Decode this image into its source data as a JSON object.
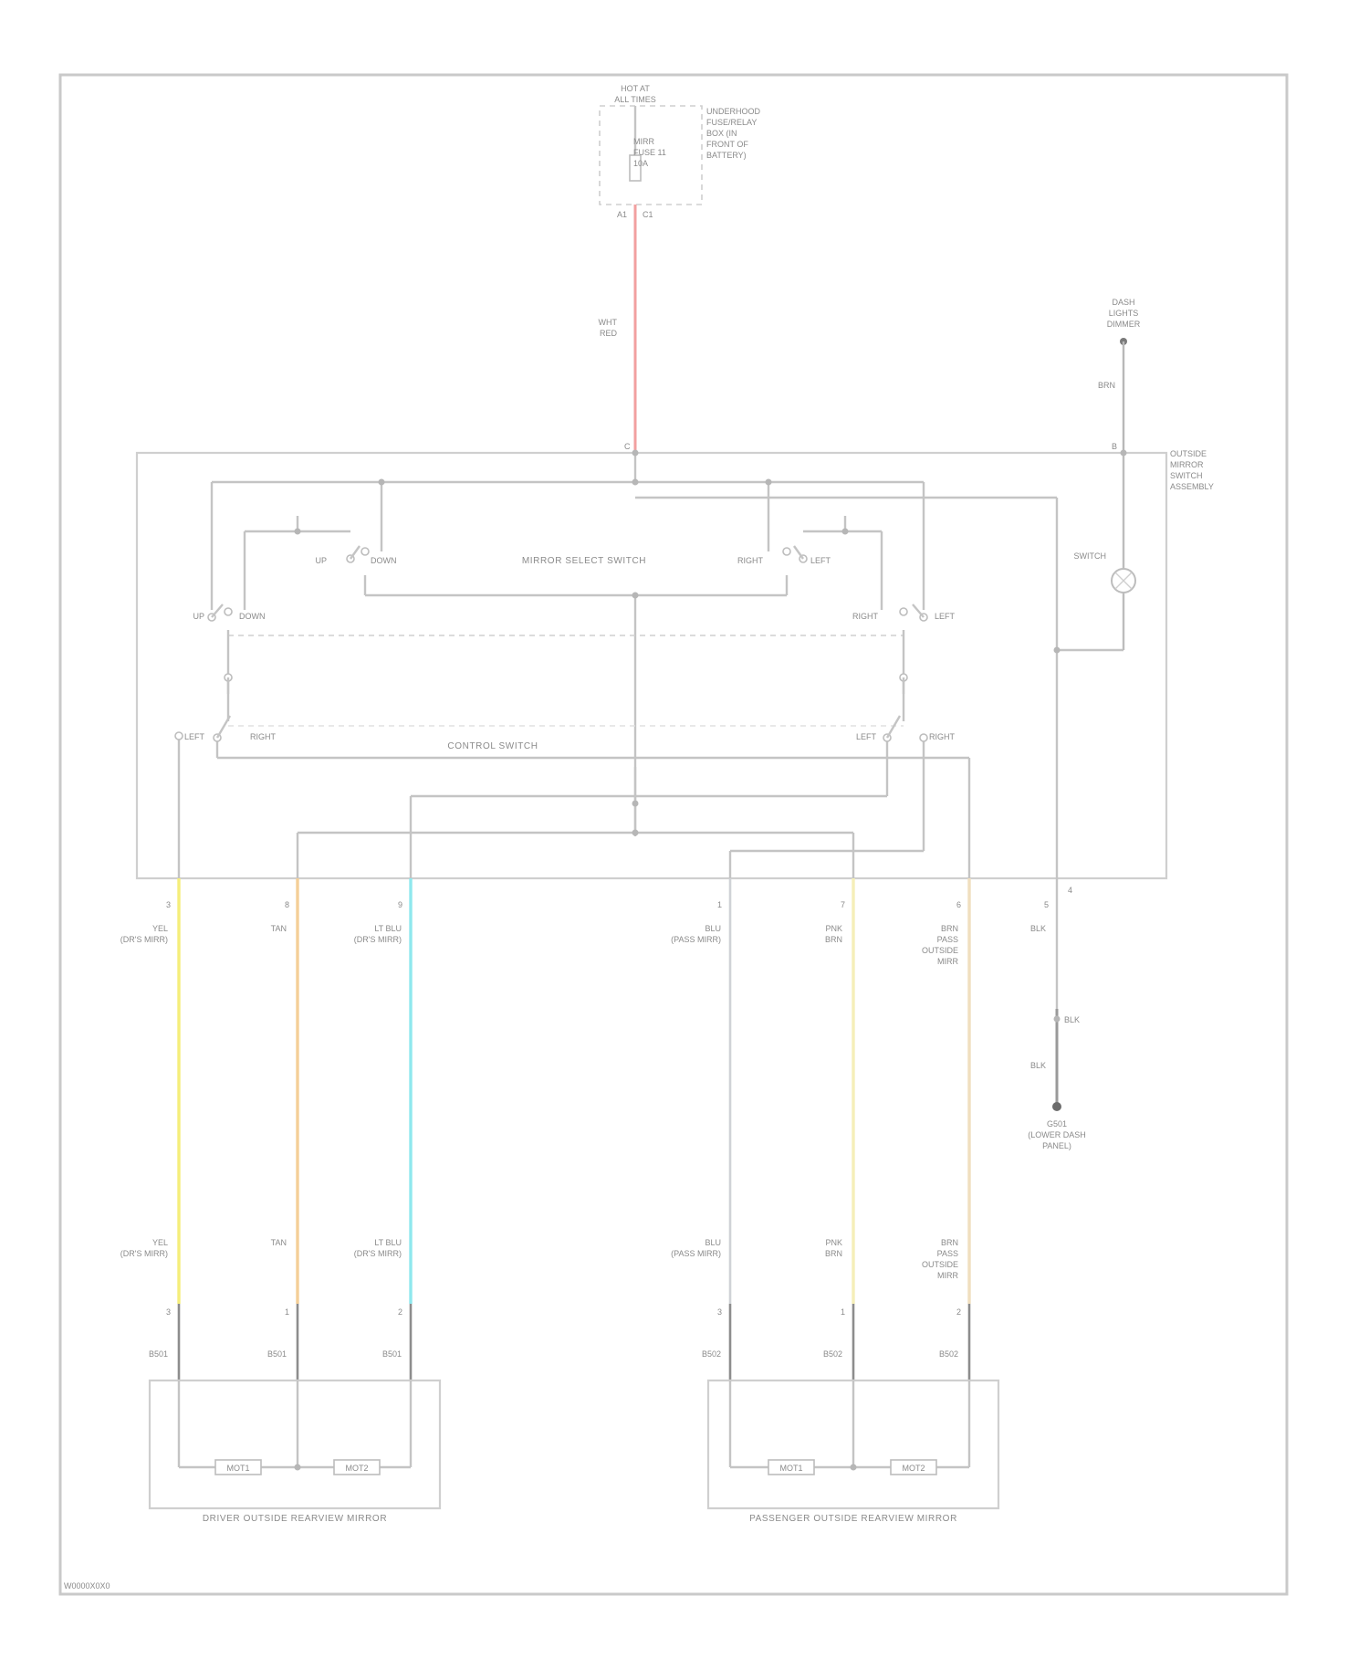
{
  "colors": {
    "background": "#ffffff",
    "border": "#cfcfcf",
    "wire_gray": "#c4c4c4",
    "wire_red": "#f2a0a0",
    "wire_yellow": "#f5ee7a",
    "wire_orange": "#f4cf98",
    "wire_cyan": "#8fe8ee",
    "wire_lightyellow": "#f5efb8",
    "wire_tan": "#f0dfbf",
    "wire_dark": "#9a9a9a"
  },
  "diagram": {
    "fuse_block_title": [
      "HOT AT",
      "ALL TIMES"
    ],
    "fuse_label": [
      "MIRR",
      "FUSE 11",
      "10A"
    ],
    "fuse_note": [
      "UNDERHOOD",
      "FUSE/RELAY",
      "BOX (IN",
      "FRONT OF",
      "BATTERY)"
    ],
    "fuse_terminals": [
      "A1",
      "C1"
    ],
    "feed_wire": [
      "WHT",
      "RED"
    ],
    "dimmer_title": [
      "DASH",
      "LIGHTS",
      "DIMMER"
    ],
    "dimmer_wire": "BRN",
    "module_title": [
      "OUTSIDE",
      "MIRROR",
      "SWITCH",
      "ASSEMBLY"
    ],
    "module_connectors": [
      "C",
      "B"
    ],
    "selector_switch_title": "MIRROR SELECT SWITCH",
    "selector_labels": [
      "UP",
      "DOWN",
      "RIGHT",
      "LEFT"
    ],
    "adjust_switch_title": "CONTROL SWITCH",
    "adjust_labels": [
      "UP",
      "DOWN",
      "RIGHT",
      "LEFT",
      "LEFT",
      "RIGHT",
      "LEFT",
      "RIGHT"
    ],
    "lamp_label": "SWITCH",
    "module_pins": [
      "3",
      "8",
      "9",
      "1",
      "7",
      "6",
      "5",
      "4"
    ],
    "upper_wire_labels": [
      [
        "YEL",
        "(DR'S MIRR)"
      ],
      [
        "TAN"
      ],
      [
        "LT BLU",
        "(DR'S MIRR)"
      ],
      [
        "BLU",
        "(PASS MIRR)"
      ],
      [
        "PNK",
        "BRN"
      ],
      [
        "BRN",
        "PASS",
        "OUTSIDE",
        "MIRR"
      ],
      [
        "BLK"
      ]
    ],
    "ground_split": "BLK",
    "ground_wire": "BLK",
    "ground_title": [
      "G501",
      "(LOWER DASH",
      "PANEL)"
    ],
    "lower_wire_labels": [
      [
        "YEL",
        "(DR'S MIRR)"
      ],
      [
        "TAN"
      ],
      [
        "LT BLU",
        "(DR'S MIRR)"
      ],
      [
        "BLU",
        "(PASS MIRR)"
      ],
      [
        "PNK",
        "BRN"
      ],
      [
        "BRN",
        "PASS",
        "OUTSIDE",
        "MIRR"
      ]
    ],
    "mirror_pins": [
      "3",
      "1",
      "2",
      "3",
      "1",
      "2"
    ],
    "mirror_connectors": [
      "B501",
      "B501",
      "B501",
      "B502",
      "B502",
      "B502"
    ],
    "motors": [
      "MOT1",
      "MOT2",
      "MOT1",
      "MOT2"
    ],
    "driver_mirror_title": "DRIVER OUTSIDE REARVIEW MIRROR",
    "pass_mirror_title": "PASSENGER OUTSIDE REARVIEW MIRROR",
    "footer_code": "W0000X0X0"
  }
}
